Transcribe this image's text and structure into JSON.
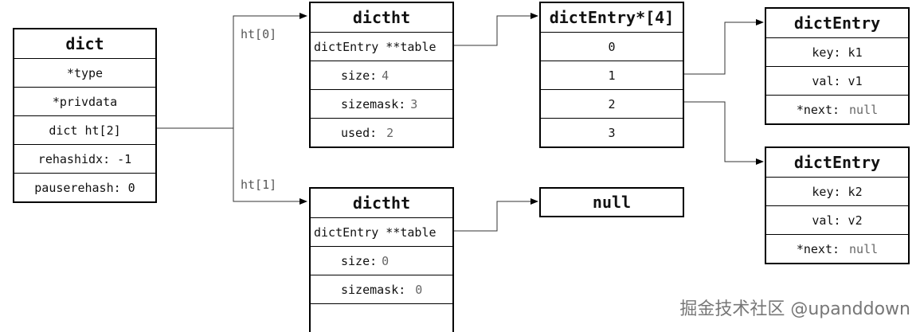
{
  "dict": {
    "title": "dict",
    "fields": [
      "*type",
      "*privdata",
      "dict ht[2]",
      "rehashidx: -1",
      "pauserehash: 0"
    ]
  },
  "edges": {
    "ht0": "ht[0]",
    "ht1": "ht[1]"
  },
  "ht0": {
    "title": "dictht",
    "table_label": "dictEntry **table",
    "size_label": "size:",
    "size_value": "4",
    "sizemask_label": "sizemask:",
    "sizemask_value": "3",
    "used_label": "used:",
    "used_value": "2"
  },
  "ht1": {
    "title": "dictht",
    "table_label": "dictEntry **table",
    "size_label": "size:",
    "size_value": "0",
    "sizemask_label": "sizemask:",
    "sizemask_value": "0"
  },
  "table_array": {
    "title": "dictEntry*[4]",
    "slots": [
      "0",
      "1",
      "2",
      "3"
    ]
  },
  "null_box": {
    "title": "null"
  },
  "entry1": {
    "title": "dictEntry",
    "key": "key: k1",
    "val": "val: v1",
    "next_label": "*next:",
    "next_value": "null"
  },
  "entry2": {
    "title": "dictEntry",
    "key": "key: k2",
    "val": "val: v2",
    "next_label": "*next:",
    "next_value": "null"
  },
  "watermark": "掘金技术社区 @upanddown",
  "colors": {
    "line": "#000000",
    "arrow_line": "#333333",
    "value_text": "#666666"
  }
}
